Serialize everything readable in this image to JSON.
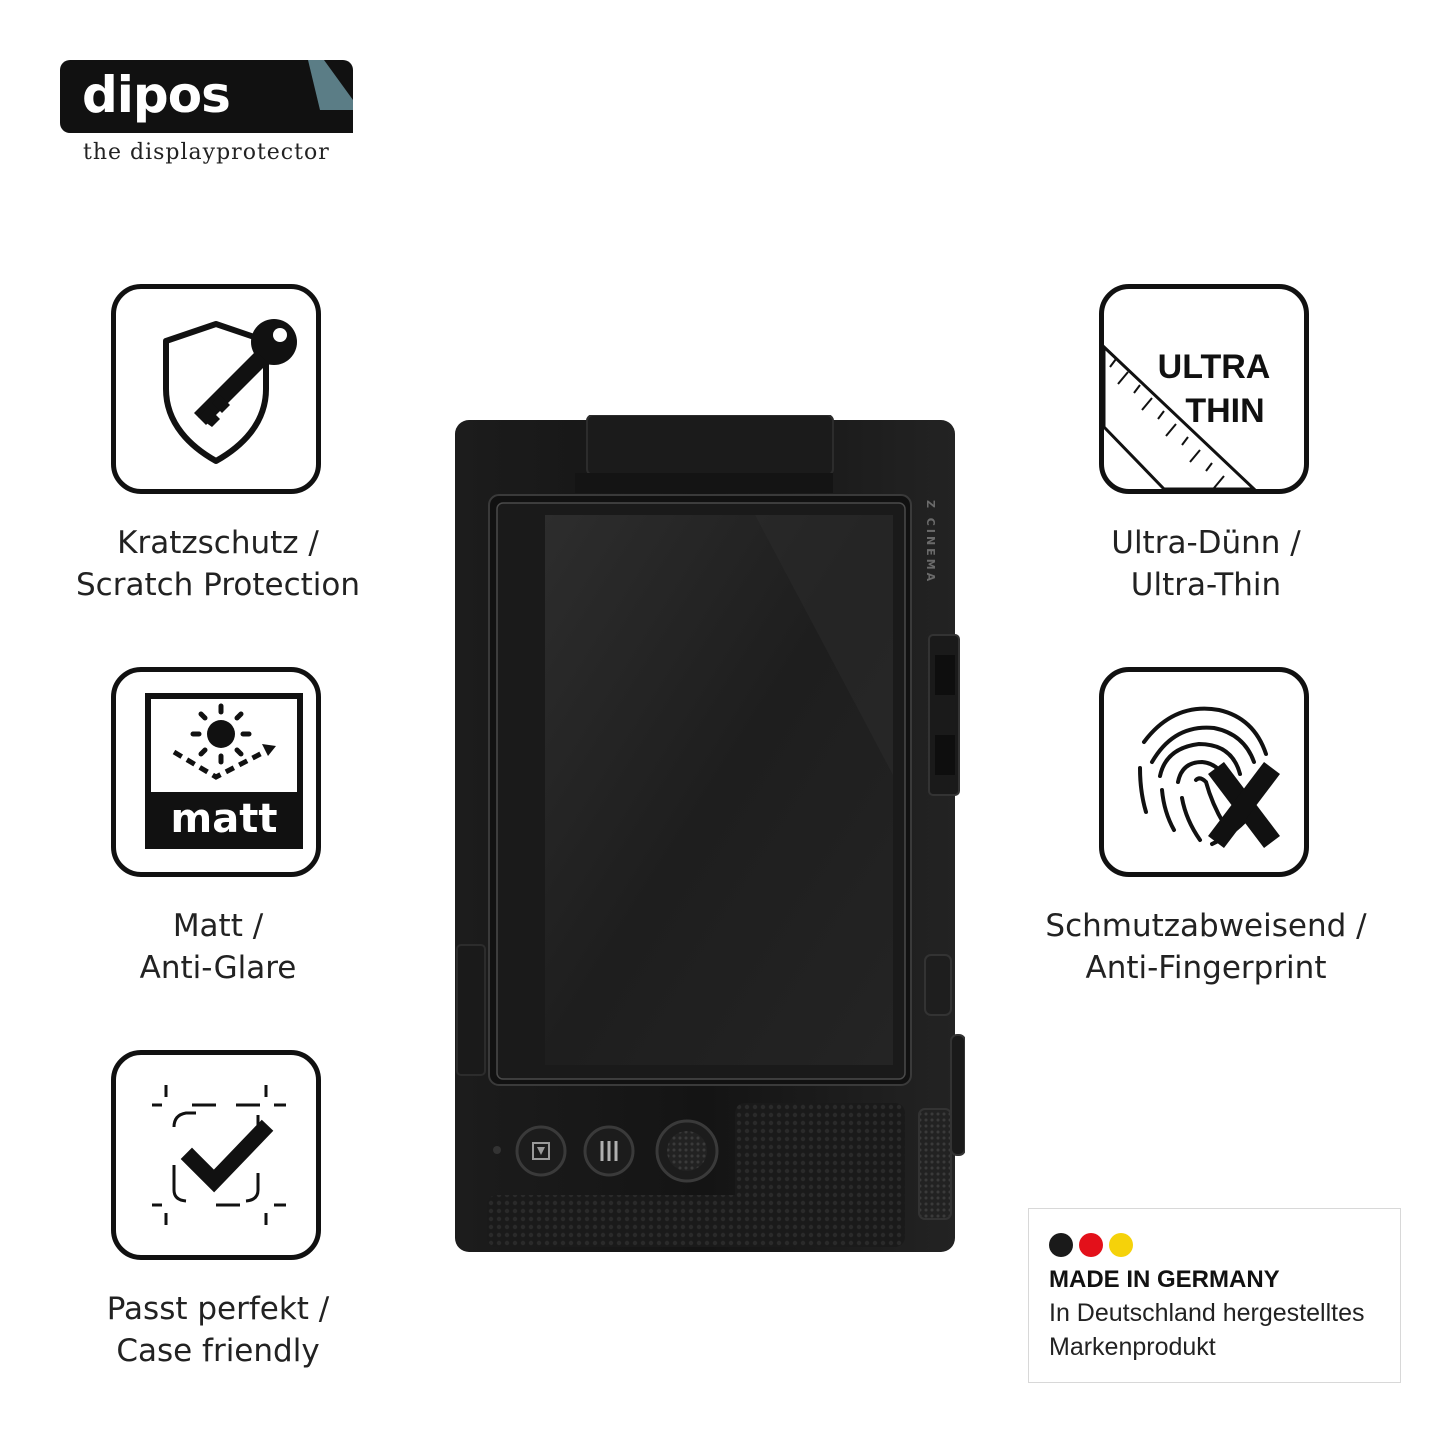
{
  "brand": {
    "name": "dipos",
    "tagline": "the displayprotector"
  },
  "features": {
    "scratch": {
      "line1": "Kratzschutz /",
      "line2": "Scratch Protection",
      "icon": "shield-key-icon"
    },
    "matt": {
      "badge": "matt",
      "line1": "Matt /",
      "line2": "Anti-Glare",
      "icon": "sun-reflection-icon"
    },
    "fit": {
      "line1": "Passt perfekt /",
      "line2": "Case friendly",
      "icon": "checkmark-frame-icon"
    },
    "thin": {
      "badge_line1": "ULTRA",
      "badge_line2": "THIN",
      "line1": "Ultra-Dünn /",
      "line2": "Ultra-Thin",
      "icon": "ruler-icon"
    },
    "fingerprint": {
      "line1": "Schmutzabweisend /",
      "line2": "Anti-Fingerprint",
      "icon": "fingerprint-cross-icon"
    }
  },
  "product": {
    "side_label": "Z CINEMA"
  },
  "made_in": {
    "title": "MADE IN GERMANY",
    "line1": "In Deutschland hergestelltes",
    "line2": "Markenprodukt",
    "flag_colors": [
      "#1a1a1a",
      "#e3101a",
      "#f5d20a"
    ]
  }
}
